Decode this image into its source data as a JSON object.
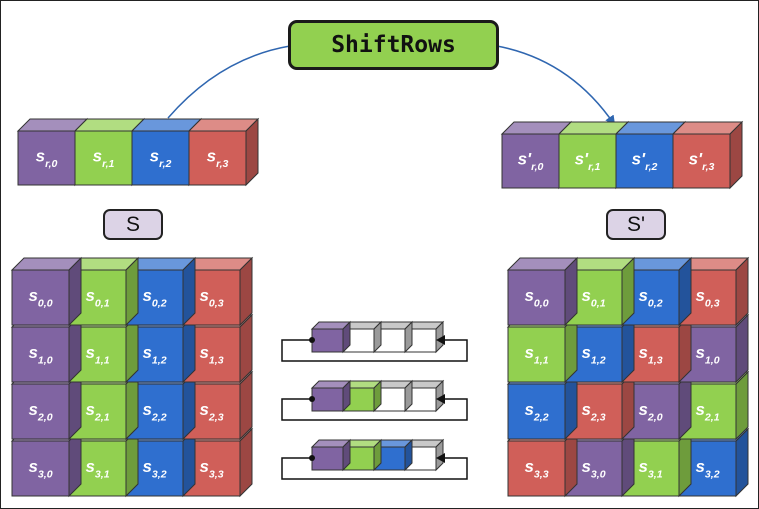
{
  "title": "ShiftRows",
  "state_label": "S",
  "state_prime_label": "S'",
  "row_before": [
    {
      "base": "s",
      "sub": "r,0",
      "color": "purple"
    },
    {
      "base": "s",
      "sub": "r,1",
      "color": "green"
    },
    {
      "base": "s",
      "sub": "r,2",
      "color": "blue"
    },
    {
      "base": "s",
      "sub": "r,3",
      "color": "red"
    }
  ],
  "row_after": [
    {
      "base": "s'",
      "sub": "r,0",
      "color": "purple"
    },
    {
      "base": "s'",
      "sub": "r,1",
      "color": "green"
    },
    {
      "base": "s'",
      "sub": "r,2",
      "color": "blue"
    },
    {
      "base": "s'",
      "sub": "r,3",
      "color": "red"
    }
  ],
  "matrix_s": [
    [
      {
        "sub": "0,0",
        "color": "purple"
      },
      {
        "sub": "0,1",
        "color": "green"
      },
      {
        "sub": "0,2",
        "color": "blue"
      },
      {
        "sub": "0,3",
        "color": "red"
      }
    ],
    [
      {
        "sub": "1,0",
        "color": "purple"
      },
      {
        "sub": "1,1",
        "color": "green"
      },
      {
        "sub": "1,2",
        "color": "blue"
      },
      {
        "sub": "1,3",
        "color": "red"
      }
    ],
    [
      {
        "sub": "2,0",
        "color": "purple"
      },
      {
        "sub": "2,1",
        "color": "green"
      },
      {
        "sub": "2,2",
        "color": "blue"
      },
      {
        "sub": "2,3",
        "color": "red"
      }
    ],
    [
      {
        "sub": "3,0",
        "color": "purple"
      },
      {
        "sub": "3,1",
        "color": "green"
      },
      {
        "sub": "3,2",
        "color": "blue"
      },
      {
        "sub": "3,3",
        "color": "red"
      }
    ]
  ],
  "matrix_s_prime": [
    [
      {
        "sub": "0,0",
        "color": "purple"
      },
      {
        "sub": "0,1",
        "color": "green"
      },
      {
        "sub": "0,2",
        "color": "blue"
      },
      {
        "sub": "0,3",
        "color": "red"
      }
    ],
    [
      {
        "sub": "1,1",
        "color": "green"
      },
      {
        "sub": "1,2",
        "color": "blue"
      },
      {
        "sub": "1,3",
        "color": "red"
      },
      {
        "sub": "1,0",
        "color": "purple"
      }
    ],
    [
      {
        "sub": "2,2",
        "color": "blue"
      },
      {
        "sub": "2,3",
        "color": "red"
      },
      {
        "sub": "2,0",
        "color": "purple"
      },
      {
        "sub": "2,1",
        "color": "green"
      }
    ],
    [
      {
        "sub": "3,3",
        "color": "red"
      },
      {
        "sub": "3,0",
        "color": "purple"
      },
      {
        "sub": "3,1",
        "color": "green"
      },
      {
        "sub": "3,2",
        "color": "blue"
      }
    ]
  ],
  "rotations": [
    [
      "purple",
      "white",
      "white",
      "white"
    ],
    [
      "purple",
      "green",
      "white",
      "white"
    ],
    [
      "purple",
      "green",
      "blue",
      "white"
    ]
  ],
  "colors": {
    "purple": "#8064a2",
    "green": "#92d050",
    "blue": "#2f6fcf",
    "red": "#d05f59",
    "white": "#ffffff",
    "label_fill": "#dcd3e6",
    "arrow": "#2f66b0"
  }
}
